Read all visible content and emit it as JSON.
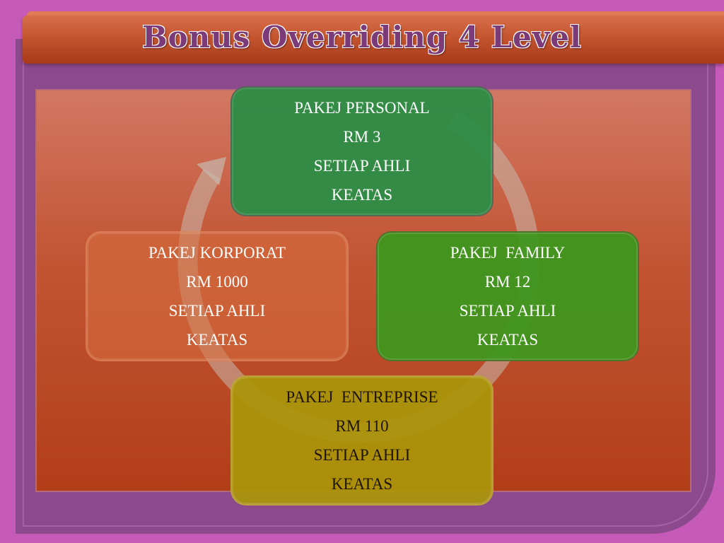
{
  "title": "Bonus Overriding 4 Level",
  "packages": [
    {
      "name": "PAKEJ PERSONAL",
      "amount": "RM 3",
      "line3": "SETIAP AHLI",
      "line4": "KEATAS",
      "color": "#2e8c46"
    },
    {
      "name": "PAKEJ  FAMILY",
      "amount": "RM 12",
      "line3": "SETIAP AHLI",
      "line4": "KEATAS",
      "color": "#40961e"
    },
    {
      "name": "PAKEJ  ENTREPRISE",
      "amount": "RM 110",
      "line3": "SETIAP AHLI",
      "line4": "KEATAS",
      "color": "#aa960a"
    },
    {
      "name": "PAKEJ KORPORAT",
      "amount": "RM 1000",
      "line3": "SETIAP AHLI",
      "line4": "KEATAS",
      "color": "#d76e3c"
    }
  ],
  "colors": {
    "background": "#c55ab8",
    "title_bar": "#c4552f",
    "title_text": "#7b3a78",
    "panel": "#c35636",
    "cycle_arrow": "#b4aaa8"
  }
}
